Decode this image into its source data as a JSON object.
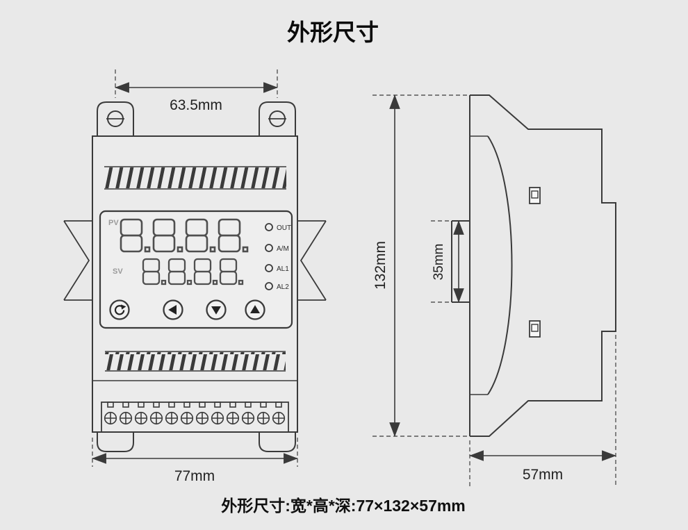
{
  "page": {
    "title": "外形尺寸",
    "caption": "外形尺寸:宽*高*深:77×132×57mm",
    "background_color": "#e9e9e9",
    "line_color": "#3a3a3a"
  },
  "front_view": {
    "dim_top": "63.5mm",
    "dim_bottom": "77mm",
    "display": {
      "pv_label": "PV",
      "sv_label": "SV",
      "pv_value": "8.8.8.8.",
      "sv_value": "8.8.8.8.",
      "indicators": [
        "OUT",
        "A/M",
        "AL1",
        "AL2"
      ],
      "buttons": [
        "cycle",
        "left",
        "down",
        "up"
      ]
    }
  },
  "side_view": {
    "dim_height": "132mm",
    "dim_rail_width": "35mm",
    "dim_depth": "57mm"
  }
}
